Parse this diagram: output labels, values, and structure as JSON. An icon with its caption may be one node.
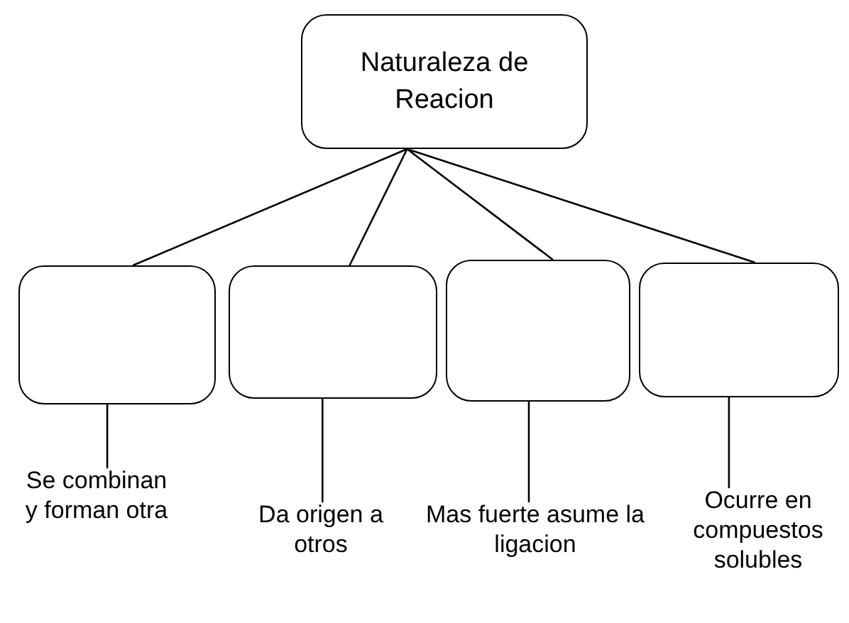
{
  "diagram": {
    "nodes": [
      {
        "text": [
          "Naturaleza de Reacion"
        ]
      },
      {
        "text": [],
        "shape": "box"
      },
      {
        "text": [],
        "shape": "box"
      },
      {
        "text": [],
        "shape": "box"
      },
      {
        "text": [],
        "shape": "box"
      },
      {
        "text": [
          "Se combinan y forman otra"
        ]
      },
      {
        "text": [
          "Da origen a otros"
        ]
      },
      {
        "text": [
          "Mas fuerte asume la ligacion"
        ]
      },
      {
        "text": [
          "Ocurre en compuestos solubles"
        ]
      }
    ],
    "edges": [
      {
        "from": 0,
        "to": 1,
        "arrow": "none"
      },
      {
        "from": 0,
        "to": 2,
        "arrow": "none"
      },
      {
        "from": 0,
        "to": 3,
        "arrow": "none"
      },
      {
        "from": 0,
        "to": 4,
        "arrow": "none"
      },
      {
        "from": 1,
        "to": 5,
        "arrow": "none"
      },
      {
        "from": 2,
        "to": 6,
        "arrow": "none"
      },
      {
        "from": 3,
        "to": 7,
        "arrow": "none"
      },
      {
        "from": 4,
        "to": 8,
        "arrow": "none"
      }
    ]
  }
}
